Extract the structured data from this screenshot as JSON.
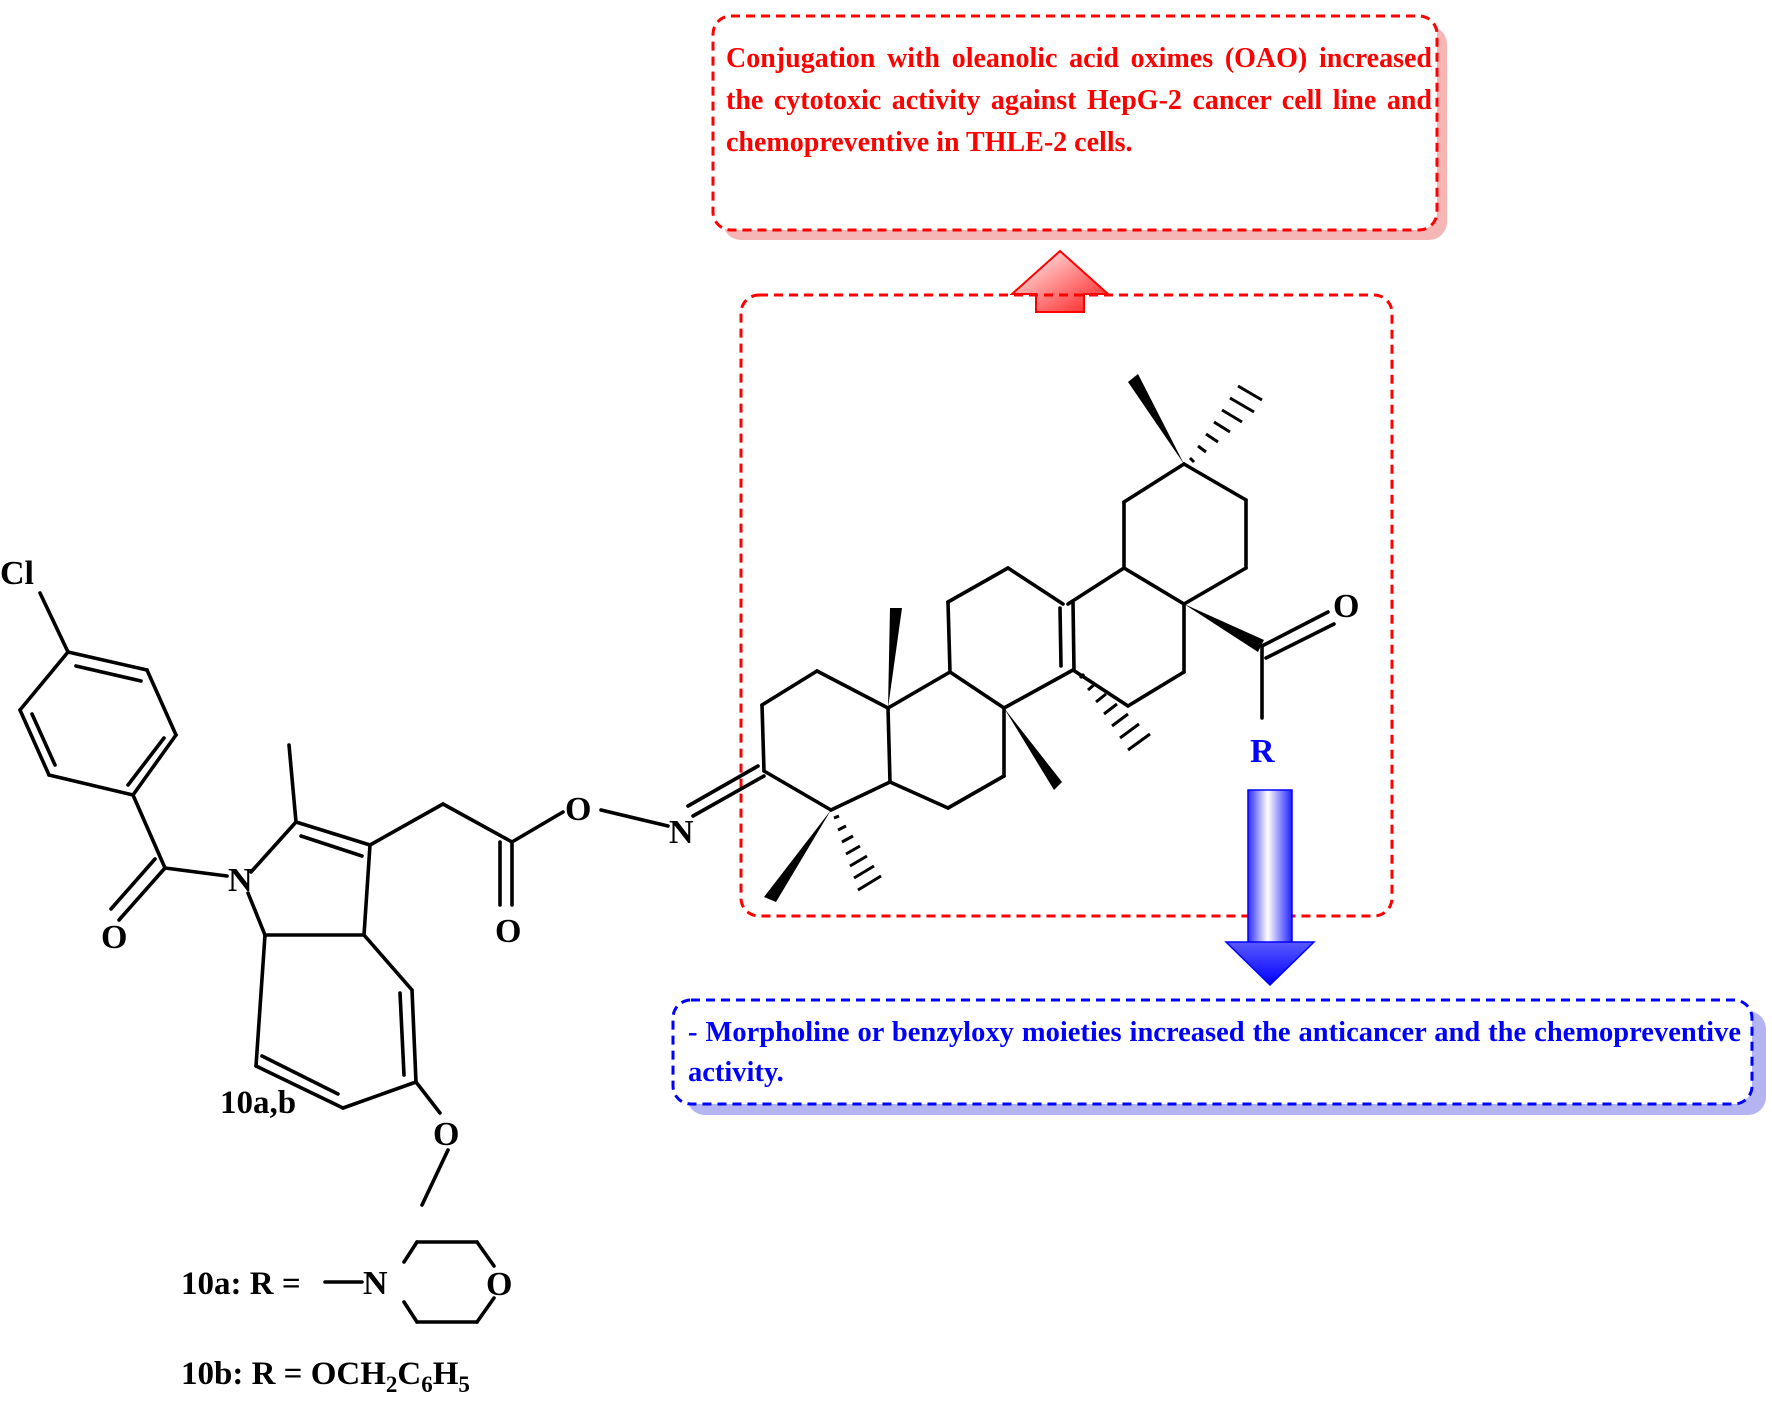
{
  "callouts": {
    "top": {
      "text": "Conjugation with oleanolic acid oximes (OAO) increased the cytotoxic activity against HepG-2 cancer cell line and chemopreventive in THLE-2 cells.",
      "color": "#ff0000",
      "shadow_color": "#f7b6b6"
    },
    "bottom": {
      "text": "- Morpholine or benzyloxy moieties  increased the anticancer  and the chemopreventive activity.",
      "color": "#0000ff",
      "shadow_color": "#b4b4f2"
    }
  },
  "atoms": {
    "cl": "Cl",
    "n_indole": "N",
    "o_ketone": "O",
    "o_ester_carbonyl": "O",
    "o_ester": "O",
    "n_oxime": "N",
    "o_acid": "O",
    "r_group": "R",
    "o_methoxy": "O",
    "n_morpholine": "N",
    "o_morpholine": "O"
  },
  "labels": {
    "compound": "10a,b",
    "r10a": "10a: R =",
    "r10b_prefix": "10b: R = OCH",
    "r10b_sub1": "2",
    "r10b_mid": "C",
    "r10b_sub2": "6",
    "r10b_end": "H",
    "r10b_sub3": "5"
  },
  "arrows": {
    "up_arrow": "red-up-arrow",
    "down_arrow": "blue-down-arrow"
  }
}
